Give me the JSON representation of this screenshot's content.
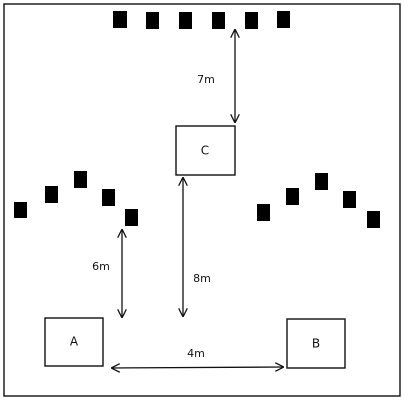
{
  "boxes": {
    "a": "A",
    "b": "B",
    "c": "C"
  },
  "distances": {
    "top_to_c": "7m",
    "left_group_to_a": "6m",
    "c_to_bottom": "8m",
    "a_to_b": "4m"
  },
  "marker_groups": {
    "top_row_count": 6,
    "left_arc_count": 5,
    "right_arc_count": 5
  },
  "colors": {
    "ink": "#111111",
    "background": "#ffffff"
  }
}
